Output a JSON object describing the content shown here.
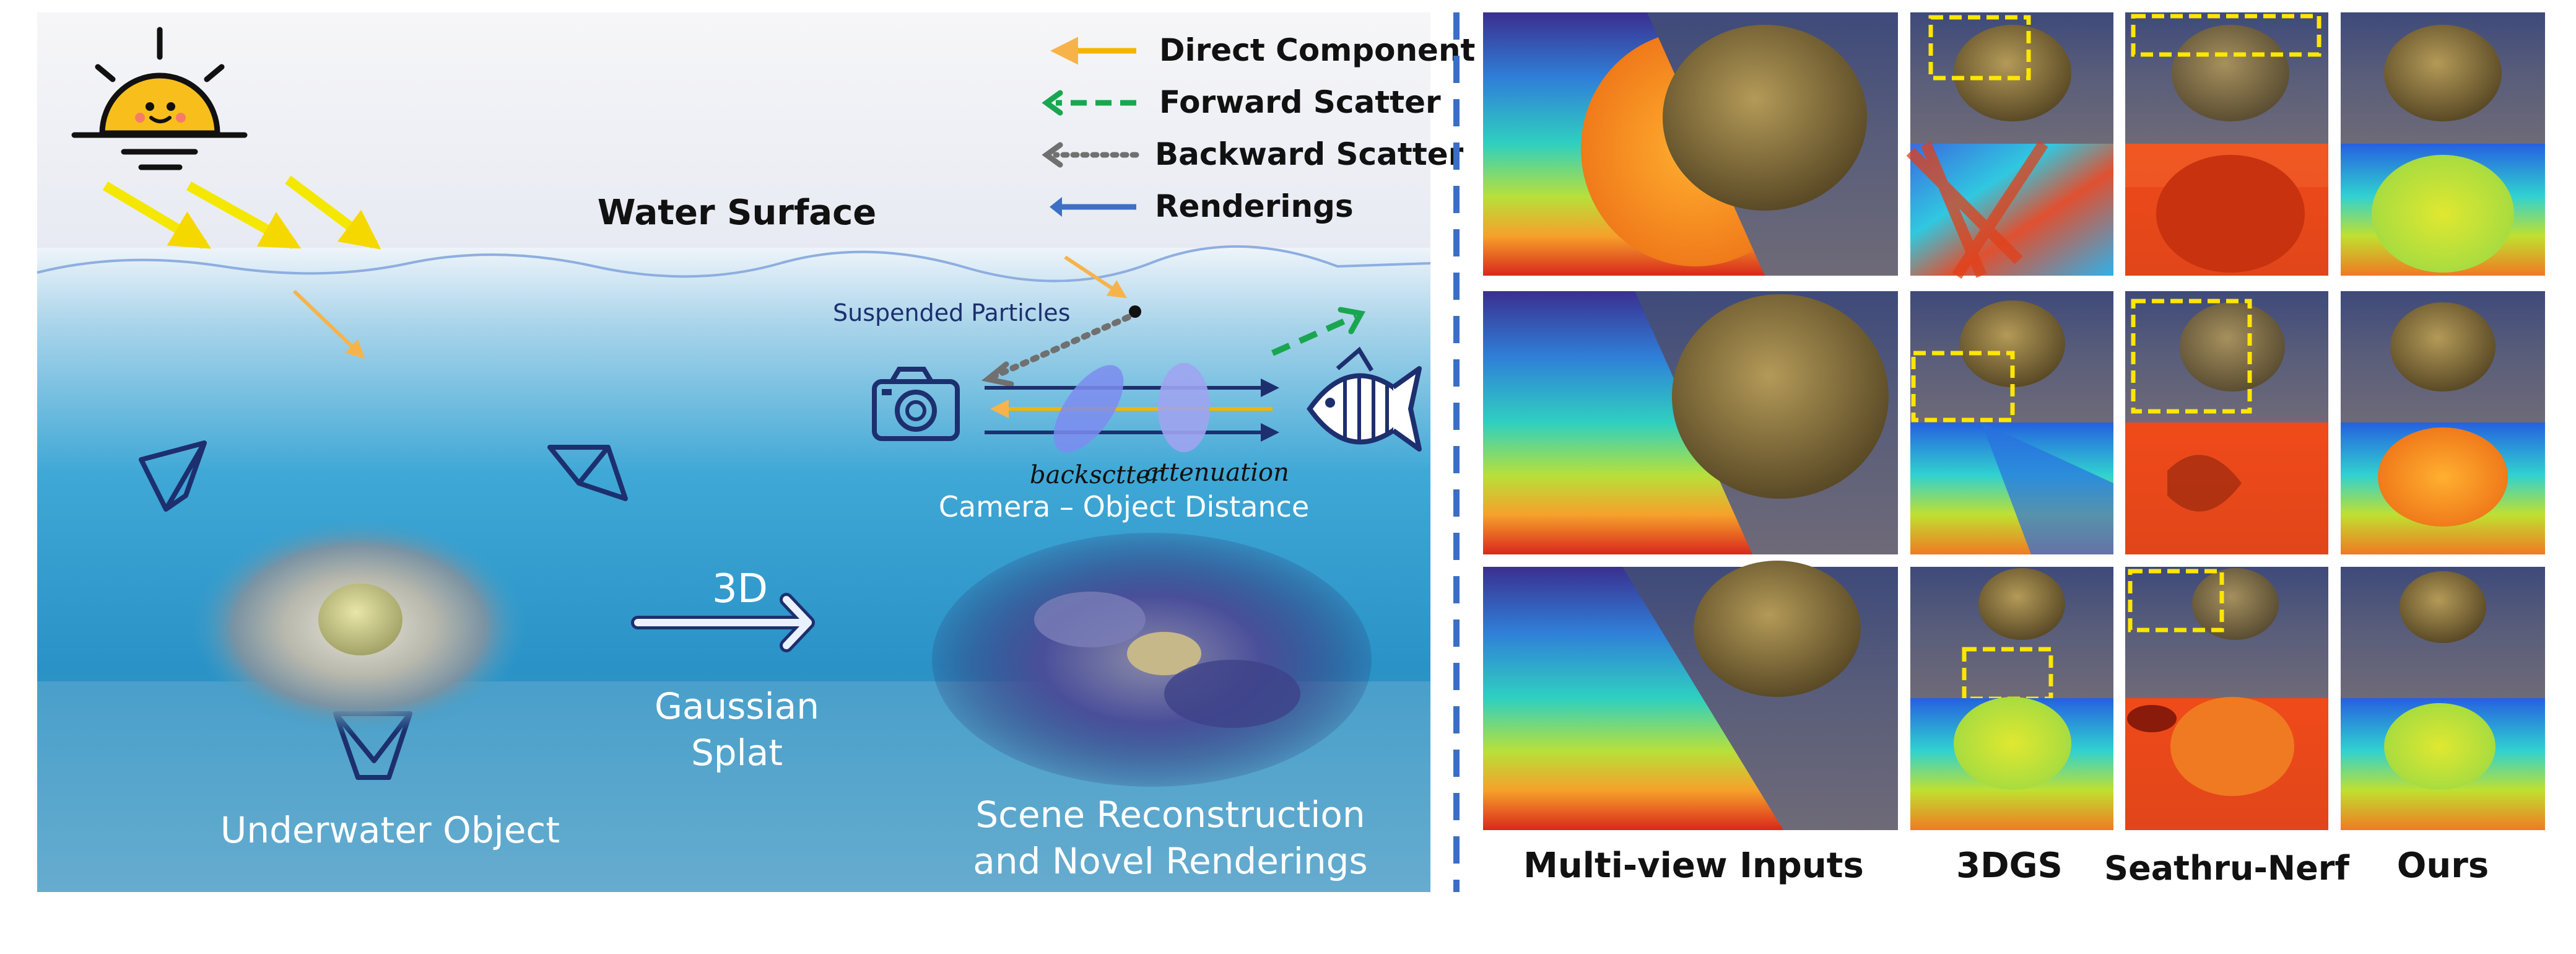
{
  "left_panel": {
    "water_surface": "Water Surface",
    "legend": [
      {
        "label": "Direct Component",
        "color": "#f5b400",
        "style": "solid"
      },
      {
        "label": "Forward Scatter",
        "color": "#1aa650",
        "style": "dashed"
      },
      {
        "label": "Backward Scatter",
        "color": "#707070",
        "style": "dotted"
      },
      {
        "label": "Renderings",
        "color": "#3d6fc4",
        "style": "solid"
      }
    ],
    "suspended_particles": "Suspended Particles",
    "backscatter": "backsctter",
    "attenuation": "attenuation",
    "distance_label": "Camera – Object Distance",
    "arrow_label_top": "3D",
    "arrow_label_bottom_1": "Gaussian",
    "arrow_label_bottom_2": "Splat",
    "object_label": "Underwater Object",
    "recon_label_1": "Scene Reconstruction",
    "recon_label_2": "and Novel Renderings",
    "icons": [
      "sun-icon",
      "camera-icon",
      "fish-icon",
      "camera-frustum-icon"
    ]
  },
  "right_panel": {
    "columns": [
      "Multi-view Inputs",
      "3DGS",
      "Seathru-Nerf",
      "Ours"
    ],
    "rows": 3,
    "highlight_color": "#ffe600"
  }
}
